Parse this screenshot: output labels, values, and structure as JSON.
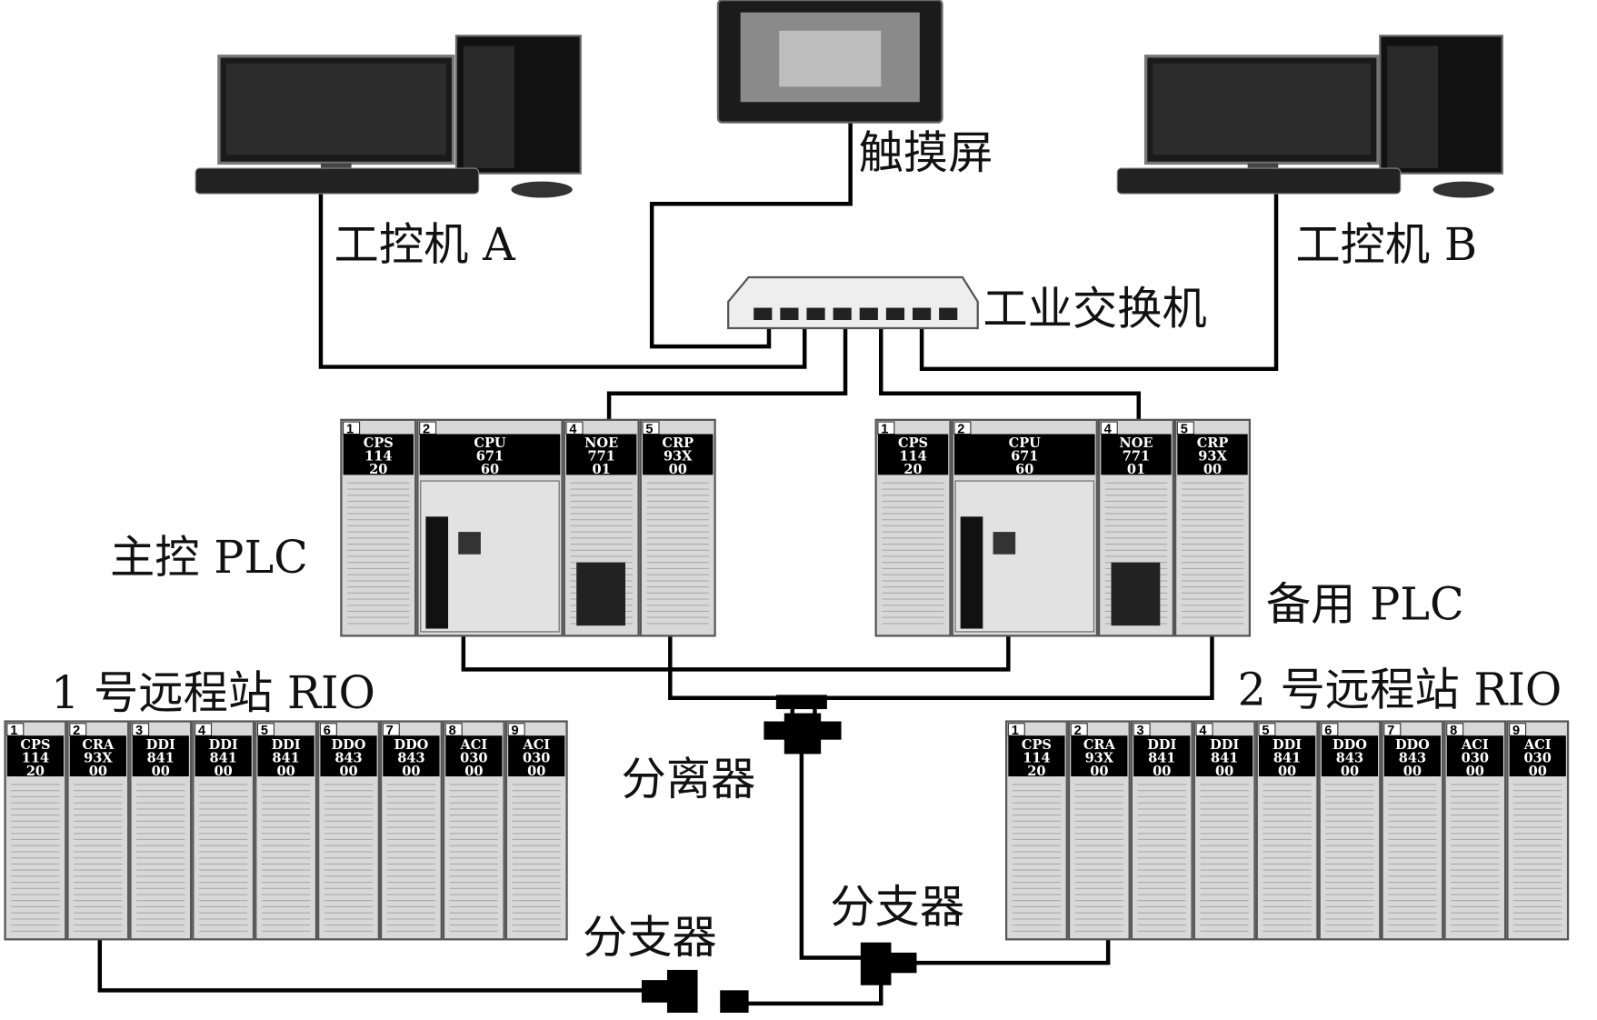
{
  "labels": {
    "ipc_a": "工控机 A",
    "ipc_b": "工控机 B",
    "touchscreen": "触摸屏",
    "switch": "工业交换机",
    "main_plc": "主控 PLC",
    "backup_plc": "备用 PLC",
    "rio1": "1 号远程站 RIO",
    "rio2": "2 号远程站 RIO",
    "splitter": "分离器",
    "branch1": "分支器",
    "branch2": "分支器"
  },
  "plc_modules": [
    {
      "slot": "1",
      "name": "CPS",
      "l2": "114",
      "l3": "20"
    },
    {
      "slot": "2",
      "name": "CPU",
      "l2": "671",
      "l3": "60"
    },
    {
      "slot": "4",
      "name": "NOE",
      "l2": "771",
      "l3": "01"
    },
    {
      "slot": "5",
      "name": "CRP",
      "l2": "93X",
      "l3": "00"
    }
  ],
  "rio_modules": [
    {
      "slot": "1",
      "name": "CPS",
      "l2": "114",
      "l3": "20"
    },
    {
      "slot": "2",
      "name": "CRA",
      "l2": "93X",
      "l3": "00"
    },
    {
      "slot": "3",
      "name": "DDI",
      "l2": "841",
      "l3": "00"
    },
    {
      "slot": "4",
      "name": "DDI",
      "l2": "841",
      "l3": "00"
    },
    {
      "slot": "5",
      "name": "DDI",
      "l2": "841",
      "l3": "00"
    },
    {
      "slot": "6",
      "name": "DDO",
      "l2": "843",
      "l3": "00"
    },
    {
      "slot": "7",
      "name": "DDO",
      "l2": "843",
      "l3": "00"
    },
    {
      "slot": "8",
      "name": "ACI",
      "l2": "030",
      "l3": "00"
    },
    {
      "slot": "9",
      "name": "ACI",
      "l2": "030",
      "l3": "00"
    }
  ]
}
